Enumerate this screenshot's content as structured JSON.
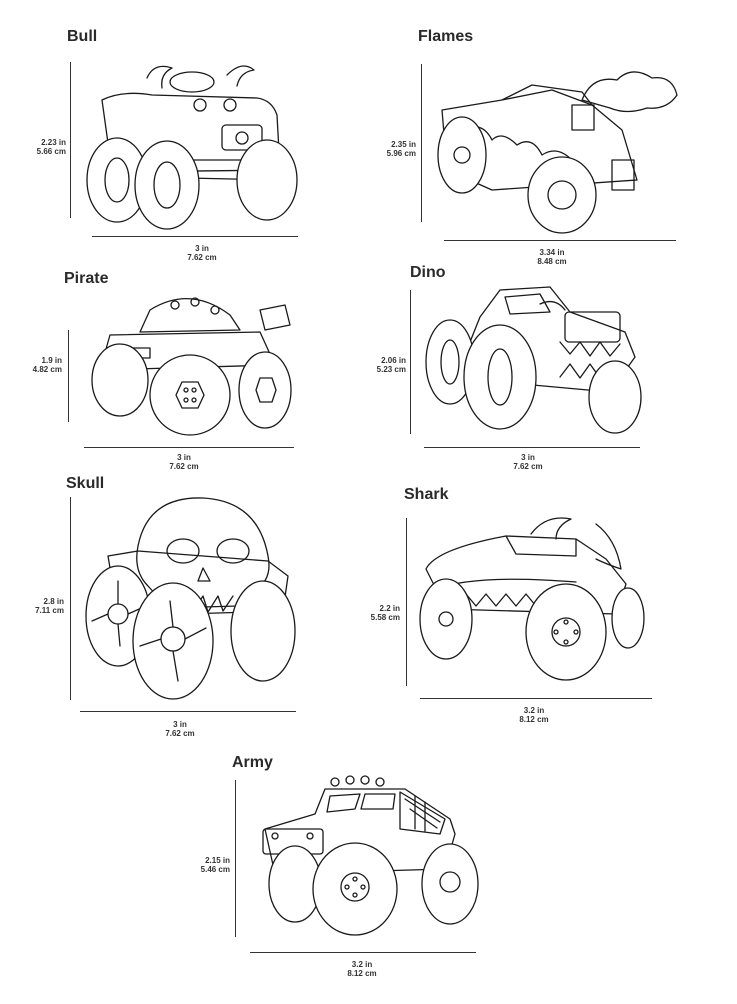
{
  "trucks": [
    {
      "name": "Bull",
      "height_in": "2.23 in",
      "height_cm": "5.66 cm",
      "width_in": "3 in",
      "width_cm": "7.62 cm"
    },
    {
      "name": "Flames",
      "height_in": "2.35 in",
      "height_cm": "5.96 cm",
      "width_in": "3.34 in",
      "width_cm": "8.48 cm"
    },
    {
      "name": "Pirate",
      "height_in": "1.9 in",
      "height_cm": "4.82 cm",
      "width_in": "3 in",
      "width_cm": "7.62 cm"
    },
    {
      "name": "Dino",
      "height_in": "2.06 in",
      "height_cm": "5.23 cm",
      "width_in": "3 in",
      "width_cm": "7.62 cm"
    },
    {
      "name": "Skull",
      "height_in": "2.8 in",
      "height_cm": "7.11 cm",
      "width_in": "3 in",
      "width_cm": "7.62 cm"
    },
    {
      "name": "Shark",
      "height_in": "2.2 in",
      "height_cm": "5.58 cm",
      "width_in": "3.2 in",
      "width_cm": "8.12 cm"
    },
    {
      "name": "Army",
      "height_in": "2.15 in",
      "height_cm": "5.46 cm",
      "width_in": "3.2 in",
      "width_cm": "8.12 cm"
    }
  ]
}
